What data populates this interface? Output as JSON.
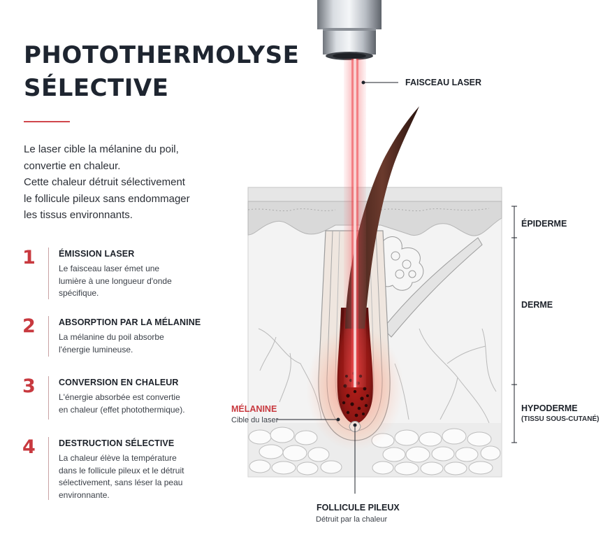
{
  "title": {
    "line1": "PHOTOTHERMOLYSE",
    "line2": "SÉLECTIVE"
  },
  "intro": {
    "lines": [
      "Le laser cible la mélanine du poil,",
      "convertie en chaleur.",
      "Cette chaleur détruit sélectivement",
      "le follicule pileux sans endommager",
      "les tissus environnants."
    ]
  },
  "steps": [
    {
      "number": "1",
      "title": "ÉMISSION LASER",
      "lines": [
        "Le faisceau laser émet une",
        "lumière à une longueur d'onde",
        "spécifique."
      ]
    },
    {
      "number": "2",
      "title": "ABSORPTION PAR LA MÉLANINE",
      "lines": [
        "La mélanine du poil absorbe",
        "l'énergie lumineuse."
      ]
    },
    {
      "number": "3",
      "title": "CONVERSION EN CHALEUR",
      "lines": [
        "L'énergie absorbée est convertie",
        "en chaleur (effet photothermique)."
      ]
    },
    {
      "number": "4",
      "title": "DESTRUCTION SÉLECTIVE",
      "lines": [
        "La chaleur élève la température",
        "dans le follicule pileux et le détruit",
        "sélectivement, sans léser la peau",
        "environnante."
      ]
    }
  ],
  "labels": {
    "beam": "FAISCEAU LASER",
    "epidermis": "ÉPIDERME",
    "dermis": "DERME",
    "hypodermis": "HYPODERME",
    "hypodermis_sub": "(TISSU SOUS-CUTANÉ)",
    "melanin": "MÉLANINE",
    "melanin_sub": "Cible du laser",
    "follicle": "FOLLICULE PILEUX",
    "follicle_sub": "Détruit par la chaleur"
  },
  "colors": {
    "accent": "#c8393f",
    "laser": "#ef5a60",
    "text": "#1e2530"
  }
}
